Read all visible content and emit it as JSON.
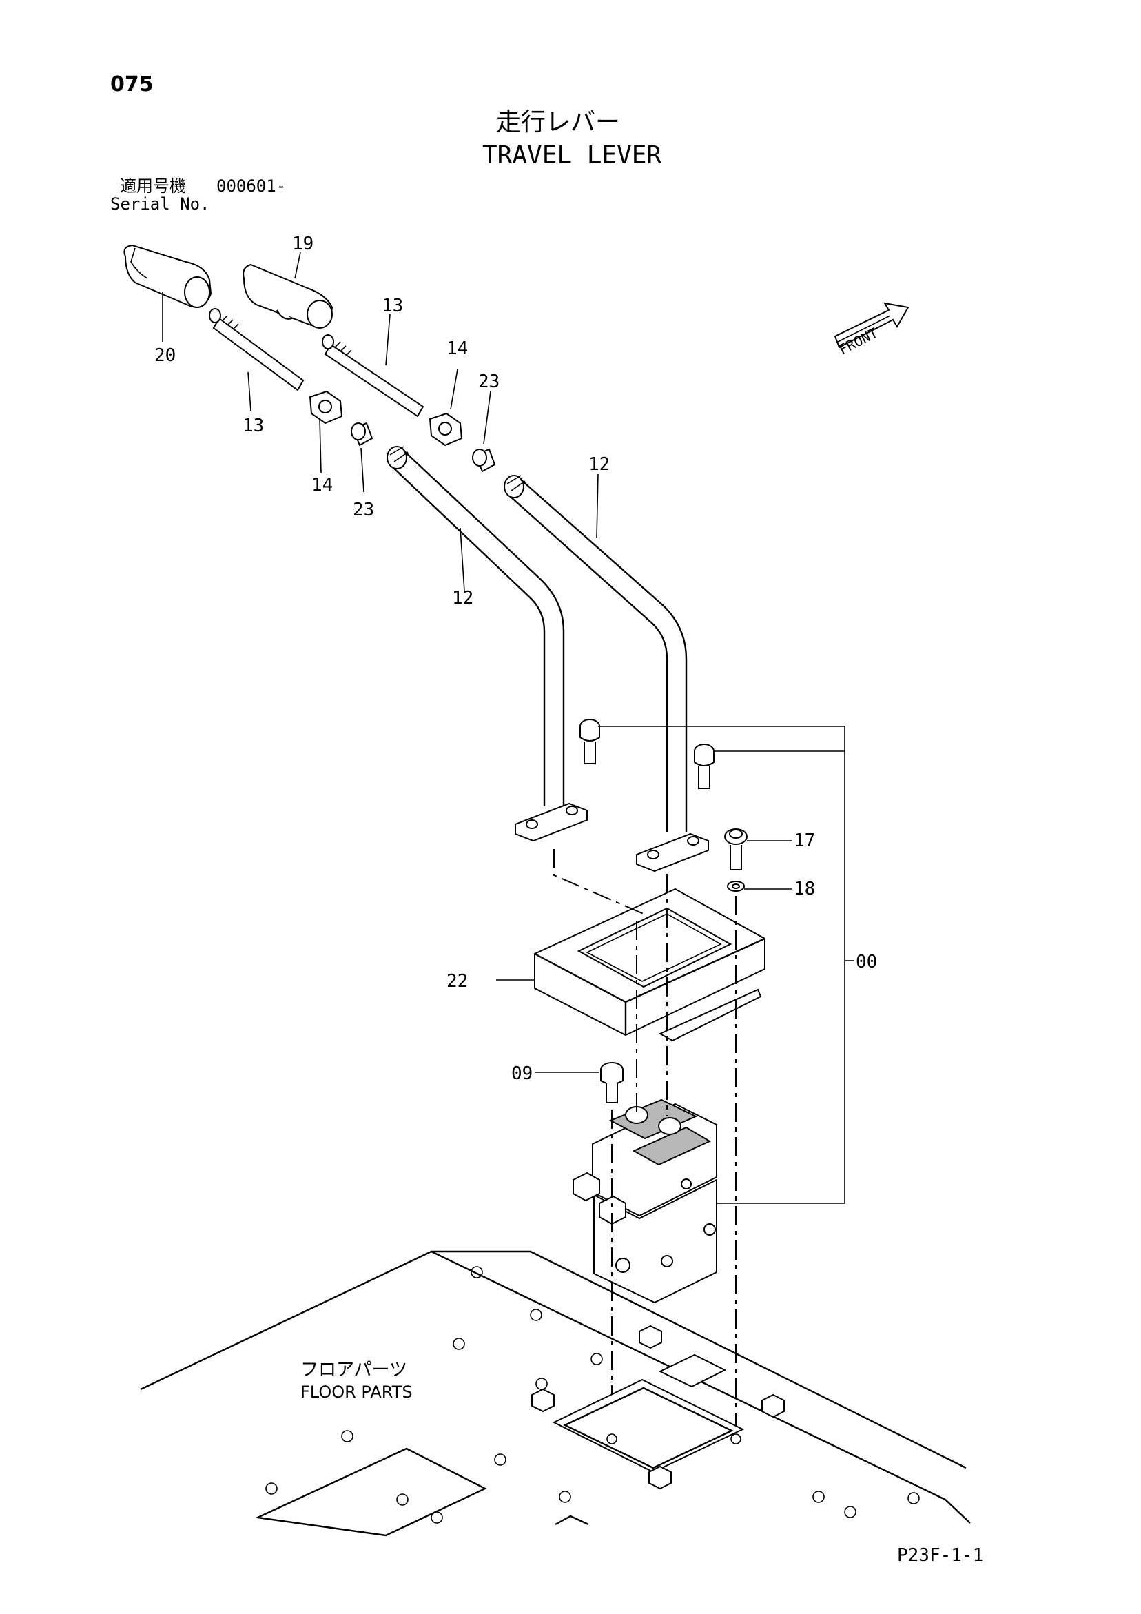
{
  "page_number": "075",
  "title_jp": "走行レバー",
  "title_en": "TRAVEL LEVER",
  "serial": {
    "label_jp": "適用号機",
    "value": "000601-",
    "label_en": "Serial No."
  },
  "front_marker": "FRONT",
  "floor_parts": {
    "label_jp": "フロアパーツ",
    "label_en": "FLOOR PARTS"
  },
  "callouts": {
    "c19": "19",
    "c20": "20",
    "c13a": "13",
    "c13b": "13",
    "c14a": "14",
    "c14b": "14",
    "c23a": "23",
    "c23b": "23",
    "c12a": "12",
    "c12b": "12",
    "c17": "17",
    "c18": "18",
    "c00": "00",
    "c22": "22",
    "c09": "09"
  },
  "reference_code": "P23F-1-1"
}
